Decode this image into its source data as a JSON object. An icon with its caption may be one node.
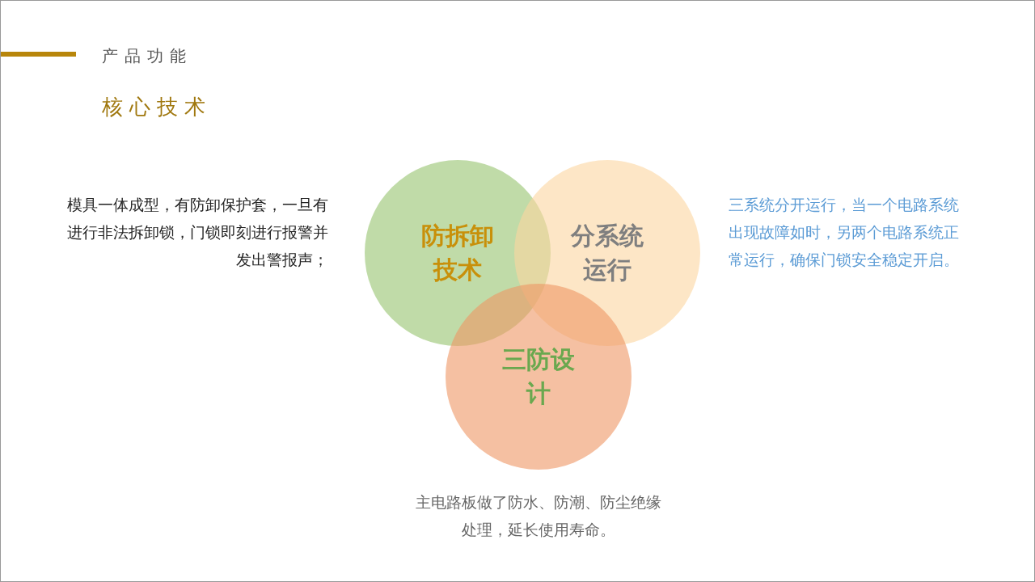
{
  "diagram": {
    "title": "核心技术",
    "labels": [
      "产品功能"
    ],
    "nodes": [
      {
        "text": [
          "防拆卸技术"
        ],
        "beside": [
          "模具一体成型，有防卸保护套，一旦有进行非法拆卸锁，门锁即刻进行报警并发出警报声；"
        ]
      },
      {
        "text": [
          "分系统运行"
        ],
        "beside": [
          "三系统分开运行，当一个电路系统出现故障如时，另两个电路系统正常运行，确保门锁安全稳定开启。"
        ]
      },
      {
        "text": [
          "三防设计"
        ],
        "beside": [
          "主电路板做了防水、防潮、防尘绝缘处理，延长使用寿命。"
        ]
      }
    ],
    "edges": []
  }
}
